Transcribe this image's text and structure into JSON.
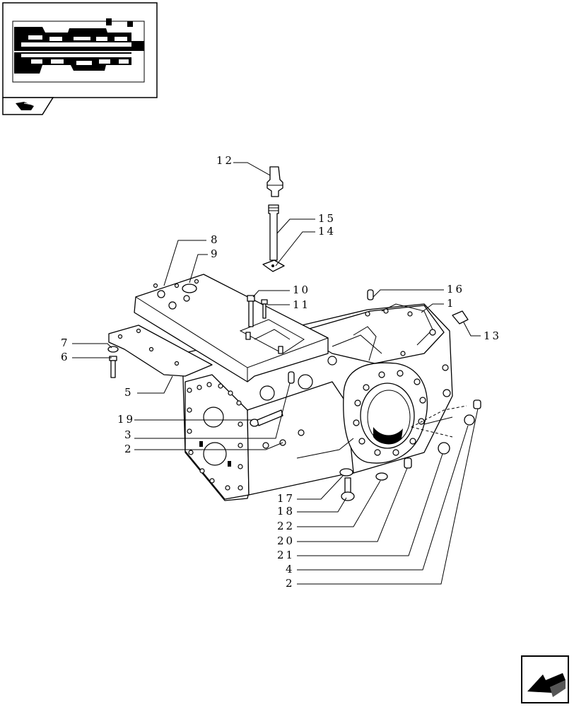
{
  "callouts": [
    {
      "id": "c12",
      "label": "12"
    },
    {
      "id": "c15",
      "label": "15"
    },
    {
      "id": "c14",
      "label": "14"
    },
    {
      "id": "c8",
      "label": "8"
    },
    {
      "id": "c9",
      "label": "9"
    },
    {
      "id": "c10",
      "label": "10"
    },
    {
      "id": "c11",
      "label": "11"
    },
    {
      "id": "c16",
      "label": "16"
    },
    {
      "id": "c1",
      "label": "1"
    },
    {
      "id": "c13",
      "label": "13"
    },
    {
      "id": "c7",
      "label": "7"
    },
    {
      "id": "c6",
      "label": "6"
    },
    {
      "id": "c5",
      "label": "5"
    },
    {
      "id": "c19",
      "label": "19"
    },
    {
      "id": "c3",
      "label": "3"
    },
    {
      "id": "c2a",
      "label": "2"
    },
    {
      "id": "c17",
      "label": "17"
    },
    {
      "id": "c18",
      "label": "18"
    },
    {
      "id": "c22",
      "label": "22"
    },
    {
      "id": "c20",
      "label": "20"
    },
    {
      "id": "c21",
      "label": "21"
    },
    {
      "id": "c4",
      "label": "4"
    },
    {
      "id": "c2b",
      "label": "2"
    }
  ]
}
